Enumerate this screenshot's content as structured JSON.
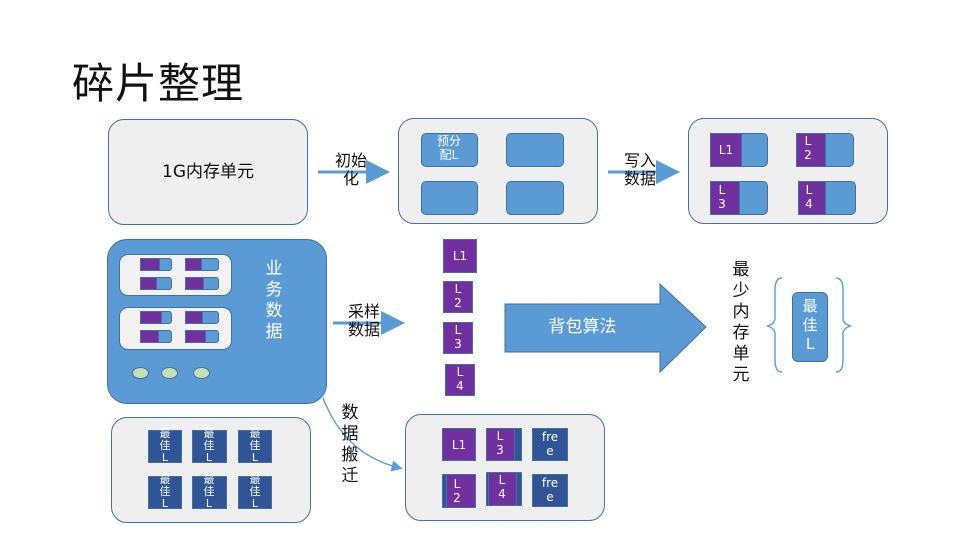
{
  "title": "碎片整理",
  "memory_box": {
    "label": "1G内存单元"
  },
  "step_init": {
    "label": "初始化"
  },
  "init_box": {
    "prealloc_label": "预分配L"
  },
  "step_write": {
    "label": "写入数据"
  },
  "written_box": {
    "blocks": [
      "L1",
      "L2",
      "L3",
      "L4"
    ]
  },
  "business_box": {
    "label": "业务数据"
  },
  "step_sample": {
    "label": "采样数据"
  },
  "sample_column": {
    "blocks": [
      "L1",
      "L2",
      "L3",
      "L4"
    ]
  },
  "knapsack_arrow": {
    "label": "背包算法"
  },
  "min_units": {
    "label": "最少内存单元",
    "best_label": "最佳L"
  },
  "migration": {
    "label": "数据搬迁"
  },
  "best_grid": {
    "cell_label": "最佳L"
  },
  "result_box": {
    "blocks": [
      "L1",
      "L3",
      "free",
      "L2",
      "L4",
      "free"
    ]
  },
  "colors": {
    "blue": "#5b9bd5",
    "border": "#41719c",
    "purple": "#7030a0",
    "navy": "#2f5597",
    "gray": "#efefef",
    "oval": "#c5e0b4"
  }
}
